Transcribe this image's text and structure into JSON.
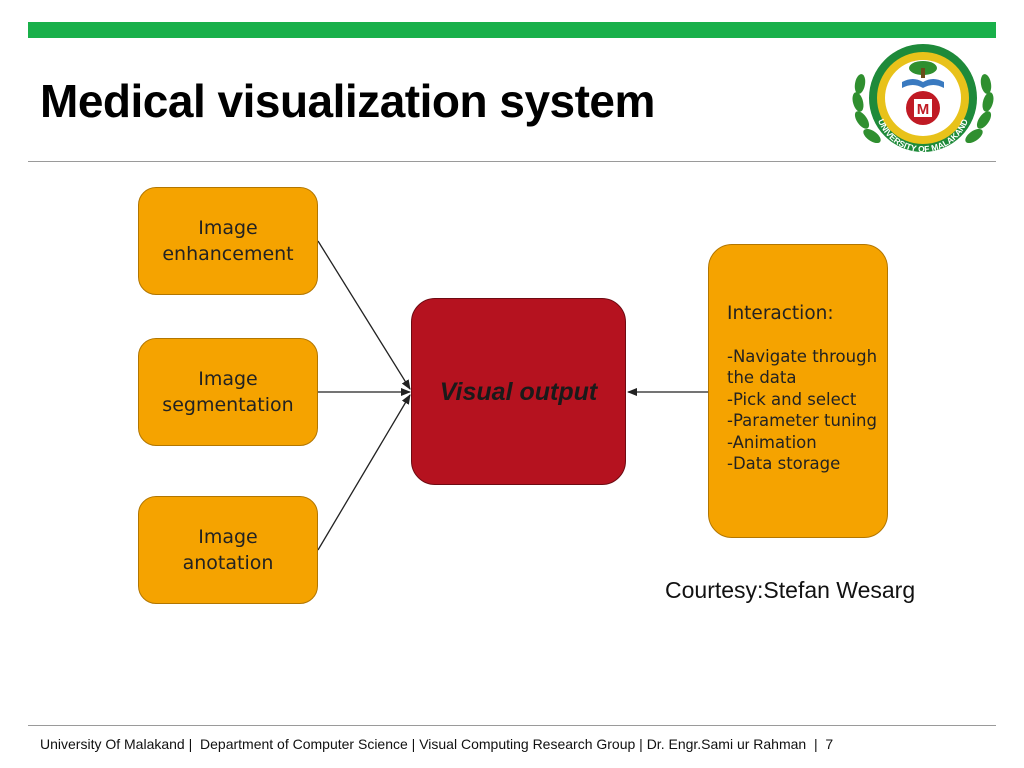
{
  "slide": {
    "title": "Medical visualization system",
    "accent_color": "#19b04a"
  },
  "logo": {
    "name": "university-of-malakand-seal",
    "text": "UNIVERSITY OF MALAKAND"
  },
  "diagram": {
    "inputs": [
      {
        "label": "Image\nenhancement"
      },
      {
        "label": "Image\nsegmentation"
      },
      {
        "label": "Image\nanotation"
      }
    ],
    "center": {
      "label": "Visual output",
      "color": "#b5121f"
    },
    "interaction": {
      "heading": "Interaction:",
      "items": [
        "-Navigate through\n the data",
        "-Pick and select",
        "-Parameter tuning",
        "-Animation",
        "-Data storage"
      ],
      "color": "#f5a300"
    }
  },
  "courtesy": "Courtesy:Stefan Wesarg",
  "footer": "University Of Malakand |  Department of Computer Science | Visual Computing Research Group | Dr. Engr.Sami ur Rahman  |  7"
}
